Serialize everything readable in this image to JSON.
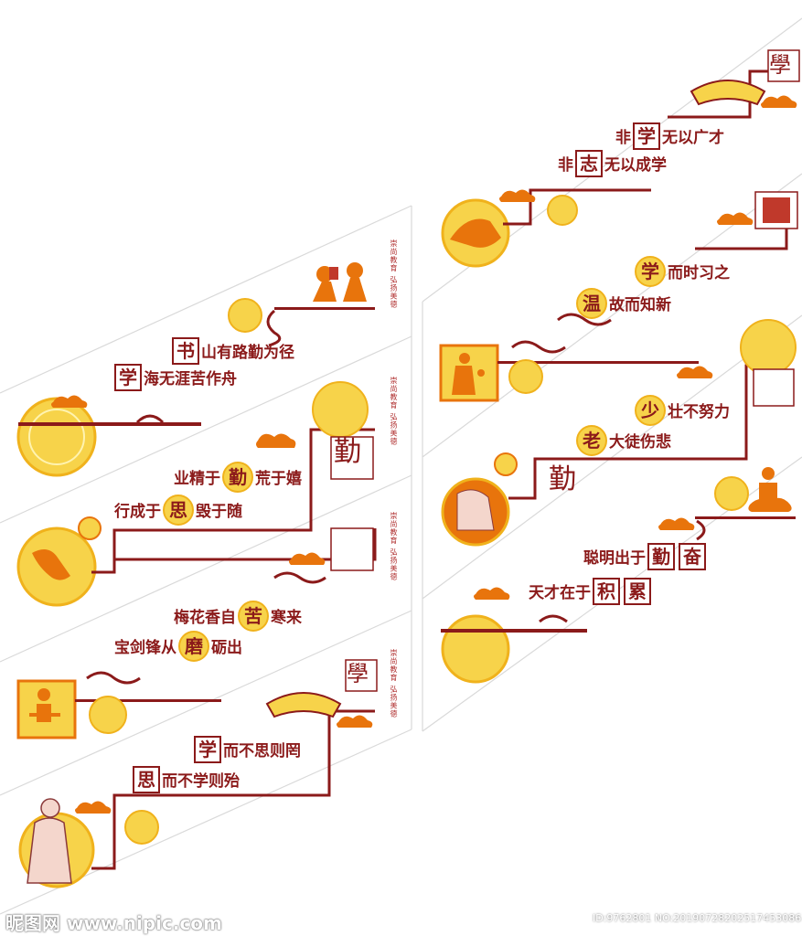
{
  "colors": {
    "maroon": "#8b1a1a",
    "orange": "#e8740c",
    "gold": "#f7d34a",
    "line": "#d9d9d9"
  },
  "panels": [
    {
      "hi1": "书",
      "rest1": "山有路勤为径",
      "hi2": "学",
      "rest2": "海无涯苦作舟",
      "icon": "reading-children-icon"
    },
    {
      "pre1": "业精于",
      "hi1": "勤",
      "post1": "荒于嬉",
      "pre2": "行成于",
      "hi2": "思",
      "post2": "毁于随",
      "stamp": "勤",
      "icon": "scholar-writing-icon"
    },
    {
      "pre1": "梅花香自",
      "hi1": "苦",
      "post1": "寒来",
      "pre2": "宝剑锋从",
      "hi2": "磨",
      "post2": "砺出",
      "icon": "student-desk-icon"
    },
    {
      "hi1": "学",
      "rest1": "而不思则罔",
      "hi2": "思",
      "rest2": "而不学则殆",
      "stamp": "學",
      "icon": "confucius-icon"
    },
    {
      "pre1": "非",
      "hi1": "学",
      "post1": "无以广才",
      "pre2": "非",
      "hi2": "志",
      "post2": "无以成学",
      "stamp": "學",
      "icon": "horseback-rider-icon"
    },
    {
      "hi1": "学",
      "rest1": "而时习之",
      "hi2": "温",
      "rest2": "故而知新",
      "icon": "mother-child-icon"
    },
    {
      "hi1": "少",
      "rest1": "壮不努力",
      "hi2": "老",
      "rest2": "大徒伤悲",
      "stamp": "勤",
      "icon": "old-scholar-icon"
    },
    {
      "pre1": "聪明出于",
      "hi1a": "勤",
      "hi1b": "奋",
      "pre2": "天才在于",
      "hi2a": "积",
      "hi2b": "累",
      "icon": "immortal-on-cloud-icon"
    }
  ],
  "vertical_motto": "崇尚教育 弘扬美德",
  "watermark": {
    "left": "昵图网 www.nipic.com",
    "right": "ID:9762801 NO:20190728202517453086"
  }
}
